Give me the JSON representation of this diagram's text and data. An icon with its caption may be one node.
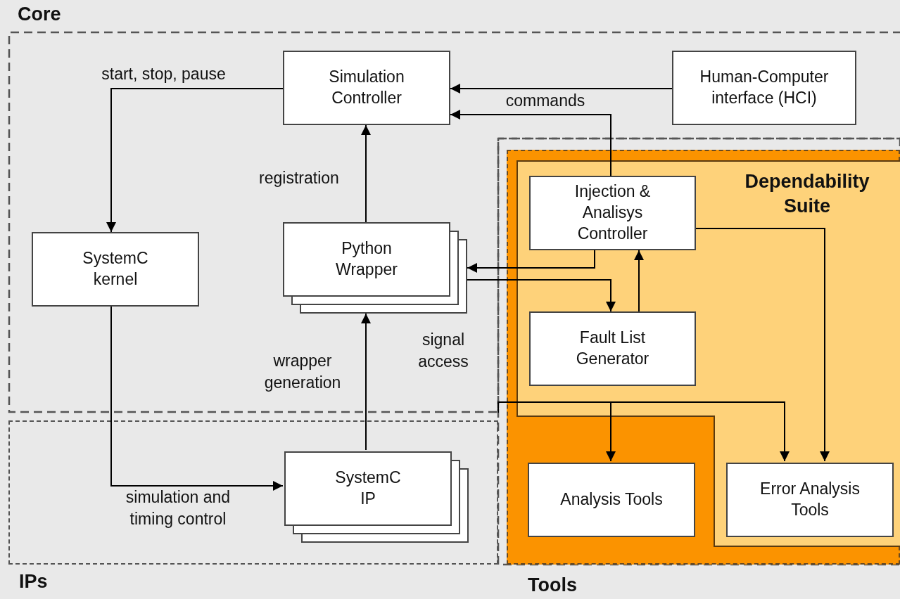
{
  "diagram": {
    "nodes": [
      {
        "text": [
          "Core"
        ]
      },
      {
        "text": [
          "IPs"
        ]
      },
      {
        "text": [
          "Tools"
        ]
      },
      {
        "text": [
          "Dependability Suite"
        ],
        "in": 2
      },
      {
        "text": [
          "Simulation Controller"
        ],
        "in": 0
      },
      {
        "text": [
          "Human-Computer interface (HCI)"
        ],
        "in": 0
      },
      {
        "text": [
          "SystemC kernel"
        ],
        "in": 0
      },
      {
        "text": [
          "Python Wrapper"
        ],
        "in": 0
      },
      {
        "text": [
          "SystemC IP"
        ],
        "in": 1
      },
      {
        "text": [
          "Injection & Analisys Controller"
        ]
      },
      {
        "text": [
          "Fault List Generator"
        ]
      },
      {
        "text": [
          "Analysis Tools"
        ],
        "in": 2
      },
      {
        "text": [
          "Error Analysis Tools"
        ],
        "in": 3
      }
    ],
    "edges": [
      {
        "from": 5,
        "to": 4,
        "arrow": "to",
        "label": "commands"
      },
      {
        "from": 9,
        "to": 4,
        "arrow": "to"
      },
      {
        "from": 4,
        "to": 6,
        "arrow": "to",
        "label": "start, stop, pause"
      },
      {
        "from": 7,
        "to": 4,
        "arrow": "to",
        "label": "registration"
      },
      {
        "from": 9,
        "to": 7,
        "arrow": "to"
      },
      {
        "from": 7,
        "to": 10,
        "arrow": "to",
        "label": "signal access"
      },
      {
        "from": 10,
        "to": 9,
        "arrow": "to"
      },
      {
        "from": 9,
        "to": 12,
        "arrow": "to"
      },
      {
        "from": 8,
        "to": 7,
        "arrow": "to",
        "label": "wrapper generation"
      },
      {
        "from": 6,
        "to": 8,
        "arrow": "to",
        "label": "simulation and timing control"
      },
      {
        "from": 0,
        "to": 11,
        "arrow": "to"
      },
      {
        "from": 0,
        "to": 12,
        "arrow": "to"
      }
    ]
  }
}
